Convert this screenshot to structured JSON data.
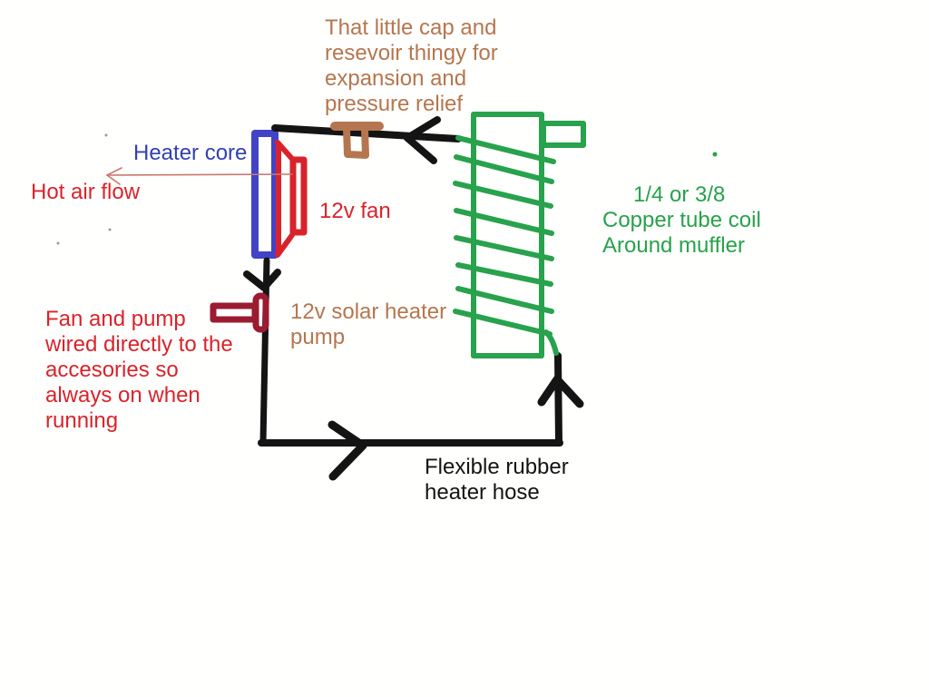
{
  "labels": {
    "top_note": "That little cap and\nresevoir thingy for\nexpansion and\npressure relief",
    "heater_core": "Heater core",
    "hot_air_flow": "Hot air flow",
    "fan": "12v fan",
    "pump": "12v solar heater\npump",
    "wiring_note": "Fan and pump\nwired directly to the\naccesories so\nalways on when\nrunning",
    "coil_size": "1/4 or 3/8",
    "coil_rest": "Copper tube coil\nAround muffler",
    "hose": "Flexible rubber\nheater hose"
  },
  "colors": {
    "black": "#141414",
    "blue": "#4244c8",
    "blue_text": "#3340b3",
    "red": "#d9232b",
    "maroon": "#9b1b30",
    "brown": "#b5764f",
    "green": "#28a24c",
    "pink_arrow": "#c7786f",
    "speck_gray": "#9a9a9a",
    "background": "#ffffff"
  },
  "components": [
    {
      "name": "heater-core",
      "color_key": "blue"
    },
    {
      "name": "12v-fan",
      "color_key": "red"
    },
    {
      "name": "expansion-cap-reservoir",
      "color_key": "brown"
    },
    {
      "name": "12v-solar-heater-pump",
      "color_key": "maroon"
    },
    {
      "name": "copper-tube-coil-around-muffler",
      "color_key": "green"
    },
    {
      "name": "flexible-rubber-heater-hose",
      "color_key": "black"
    },
    {
      "name": "hot-air-flow-arrow",
      "color_key": "pink_arrow"
    }
  ]
}
